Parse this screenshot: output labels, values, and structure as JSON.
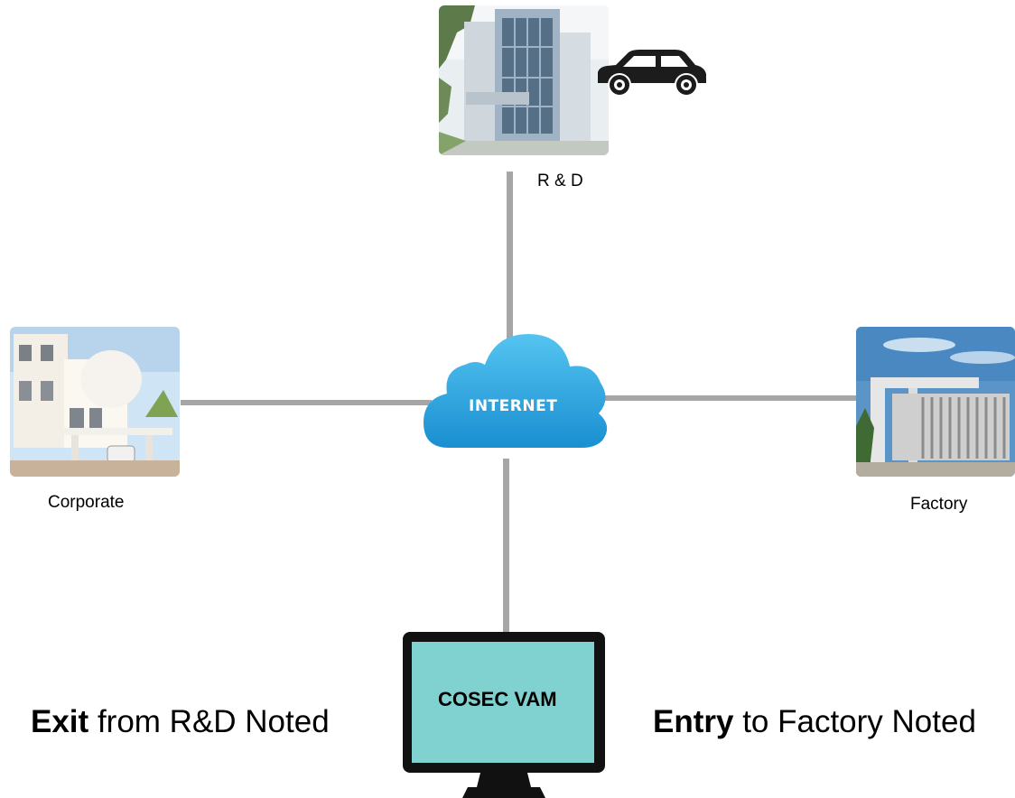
{
  "nodes": {
    "rnd": {
      "label": "R & D"
    },
    "corporate": {
      "label": "Corporate"
    },
    "factory": {
      "label": "Factory"
    }
  },
  "hub": {
    "label": "INTERNET"
  },
  "terminal": {
    "screen_label": "COSEC VAM"
  },
  "events": {
    "exit": {
      "keyword": "Exit",
      "rest": "from R&D Noted"
    },
    "entry": {
      "keyword": "Entry",
      "rest": "to Factory Noted"
    }
  },
  "colors": {
    "connector": "#a6a6a6",
    "cloud": "#29a8e0",
    "screen": "#7fd2cf",
    "monitor_bezel": "#111111"
  },
  "icons": [
    "building-photo",
    "car-icon",
    "cloud-icon",
    "monitor-icon"
  ]
}
